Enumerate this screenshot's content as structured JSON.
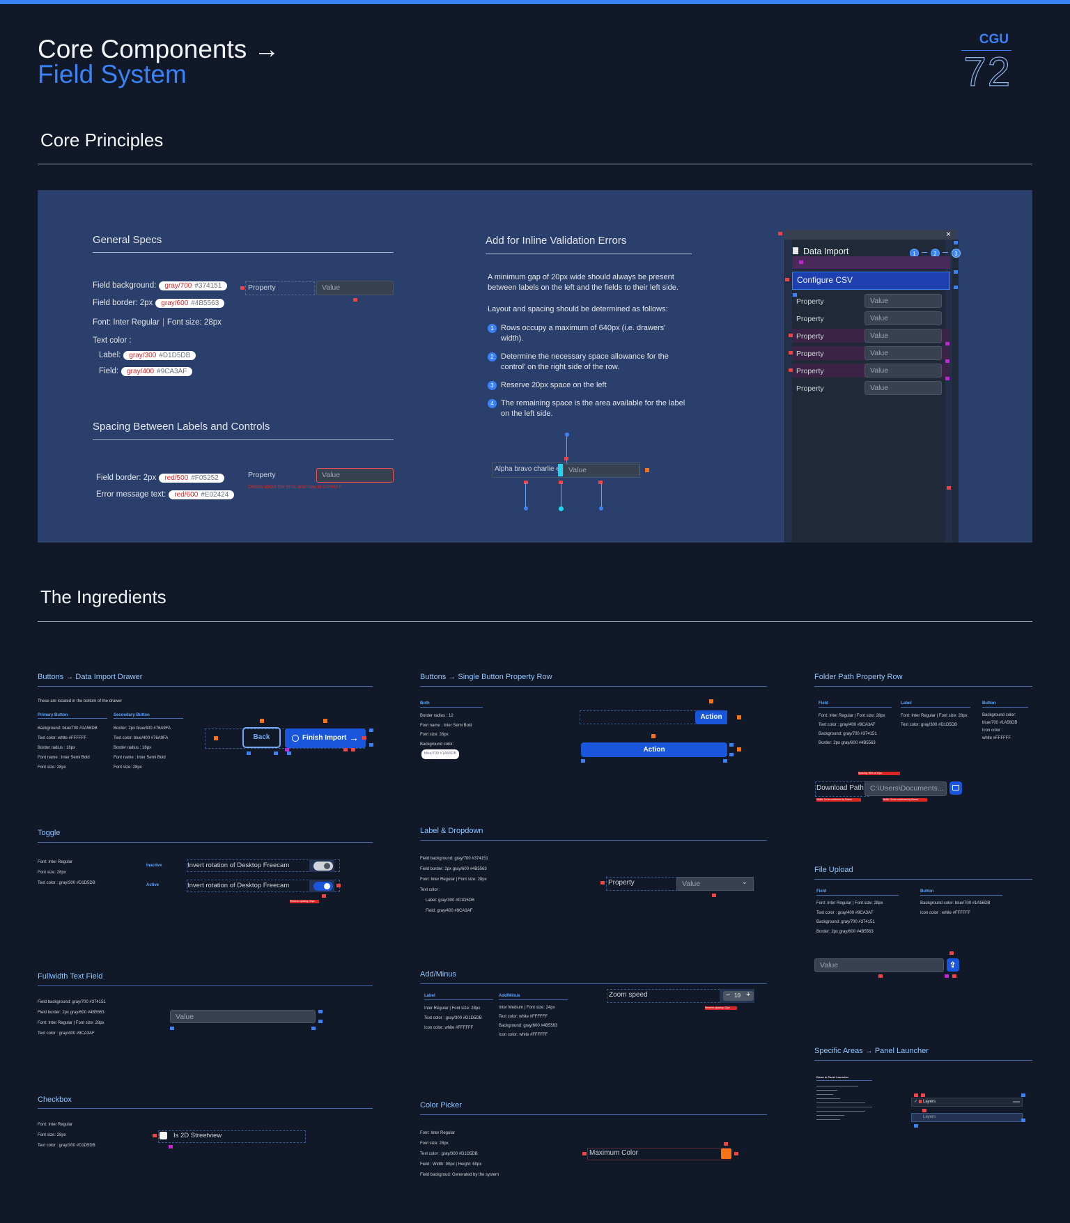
{
  "header": {
    "title_line1": "Core Components →",
    "title_line2": "Field System",
    "brand": "CGU",
    "brand_number": "72"
  },
  "sections": {
    "principles": "Core Principles",
    "ingredients": "The Ingredients"
  },
  "general_specs": {
    "title": "General Specs",
    "field_background": "Field background:",
    "field_background_token": "gray/700",
    "field_background_hex": "#374151",
    "field_border": "Field border: 2px",
    "field_border_token": "gray/600",
    "field_border_hex": "#4B5563",
    "font": "Font: Inter Regular",
    "font_size": "Font size: 28px",
    "text_color": "Text color :",
    "label": "Label:",
    "label_token": "gray/300",
    "label_hex": "#D1D5DB",
    "field": "Field:",
    "field_token": "gray/400",
    "field_hex": "#9CA3AF",
    "demo_label": "Property",
    "demo_value": "Value"
  },
  "spacing": {
    "title": "Spacing Between Labels and Controls",
    "field_border": "Field border: 2px",
    "field_border_token": "red/500",
    "field_border_hex": "#F05252",
    "error_text": "Error message text:",
    "error_token": "red/600",
    "error_hex": "#E02424",
    "demo_label": "Property",
    "demo_value": "Value",
    "demo_error": "Details about the error and how to correct it"
  },
  "inline_validation": {
    "title": "Add for Inline Validation Errors",
    "para1": "A minimum gap of 20px wide should always be present between labels on the left and the fields to their left side.",
    "para2": "Layout and spacing should be determined as follows:",
    "steps": [
      {
        "n": "1",
        "text": "Rows occupy a maximum of 640px (i.e. drawers' width)."
      },
      {
        "n": "2",
        "text": "Determine the necessary space allowance for the control' on the right side of the row."
      },
      {
        "n": "3",
        "text": "Reserve 20px space on the left"
      },
      {
        "n": "4",
        "text": "The remaining space is the area available for the label on the left side."
      }
    ],
    "demo_label": "Alpha bravo charlie e",
    "demo_value": "Value"
  },
  "drawer": {
    "title": "Data Import",
    "close": "×",
    "steps": [
      "1",
      "2",
      "3"
    ],
    "section": "Configure CSV",
    "rows": [
      {
        "label": "Property",
        "value": "Value"
      },
      {
        "label": "Property",
        "value": "Value"
      },
      {
        "label": "Property",
        "value": "Value"
      },
      {
        "label": "Property",
        "value": "Value"
      },
      {
        "label": "Property",
        "value": "Value"
      },
      {
        "label": "Property",
        "value": "Value"
      }
    ]
  },
  "buttons_drawer": {
    "title": "Buttons → Data Import Drawer",
    "note": "These are located in the bottom of the drawer",
    "primary_title": "Primary Button",
    "primary_lines": [
      "Background: blue/700 #1A56DB",
      "Text color: white #FFFFFF",
      "Border radius : 16px",
      "Font name : Inter Semi Bold",
      "Font size: 28px"
    ],
    "secondary_title": "Secondary Button",
    "secondary_lines": [
      "Border: 2px blue/400 #76A9FA",
      "Text color: blue/400 #76A9FA",
      "Border radius : 16px",
      "Font name : Inter Semi Bold",
      "Font size: 28px"
    ],
    "back": "Back",
    "finish": "Finish Import"
  },
  "single_button": {
    "title": "Buttons → Single Button Property Row",
    "both": "Both",
    "lines": [
      "Border radius : 12",
      "Font name : Inter Semi Bold",
      "Font size: 28px",
      "Background color:",
      "blue/700 #1A56DB"
    ],
    "action": "Action"
  },
  "folder_path": {
    "title": "Folder Path Property Row",
    "field_title": "Field",
    "field_lines": [
      "Font: Inter Regular | Font size: 28px",
      "Text color : gray/400 #9CA3AF",
      "Background: gray/700 #374151",
      "Border: 2px gray/600 #4B5563"
    ],
    "label_title": "Label",
    "label_lines": [
      "Font: Inter Regular | Font size: 28px",
      "Text color: gray/300 #D1D5DB"
    ],
    "button_title": "Button",
    "button_lines": [
      "Background color:",
      "blue/700 #1A56DB",
      "Icon color :",
      "white #FFFFFF"
    ],
    "spacing_note": "Spacing: 96% of 10px",
    "label": "Download Path",
    "value": "C:\\Users\\Documents...",
    "width_note_a": "Width: To be confirmed by Brand",
    "width_note_b": "Width: To be confirmed by Brand"
  },
  "toggle": {
    "title": "Toggle",
    "lines": [
      "Font: Inter Regular",
      "Font size: 28px",
      "Text color : gray/300 #D1D5DB"
    ],
    "inactive": "Inactive",
    "active": "Active",
    "row_label": "Invert rotation of Desktop Freecam",
    "reserve_note": "Reserve spacing: 20px"
  },
  "label_dropdown": {
    "title": "Label & Dropdown",
    "lines": [
      "Field background: gray/700 #374151",
      "Field border: 2px gray/600 #4B5563",
      "Font: Inter Regular | Font size: 28px",
      "Text color :",
      "Label: gray/300 #D1D5DB",
      "Field: gray/400 #9CA3AF"
    ],
    "label": "Property",
    "value": "Value"
  },
  "file_upload": {
    "title": "File Upload",
    "field_title": "Field",
    "field_lines": [
      "Font: Inter Regular | Font size: 28px",
      "Text color : gray/400 #9CA3AF",
      "Background: gray/700 #374151",
      "Border: 2px gray/600 #4B5563"
    ],
    "button_title": "Button",
    "button_lines": [
      "Background color: blue/700 #1A56DB",
      "Icon color : white #FFFFFF"
    ],
    "value": "Value"
  },
  "fullwidth": {
    "title": "Fullwidth Text Field",
    "lines": [
      "Field background: gray/700 #374151",
      "Field border: 2px gray/600 #4B5563",
      "Font: Inter Regular | Font size: 28px",
      "Text color : gray/400 #9CA3AF"
    ],
    "value": "Value"
  },
  "add_minus": {
    "title": "Add/Minus",
    "label_title": "Label",
    "label_lines": [
      "Inter Regular | Font size: 28px",
      "Text color : gray/300 #D1D5DB",
      "Icon color: white #FFFFFF"
    ],
    "addminus_title": "Add/Minus",
    "addminus_lines": [
      "Inter Medium | Font size: 24px",
      "Text color: white #FFFFFF",
      "Background: gray/600 #4B5563",
      "Icon color: white #FFFFFF"
    ],
    "label": "Zoom speed",
    "value": "10",
    "reserve_note": "Reserve spacing: 20px"
  },
  "panel_launcher": {
    "title": "Specific Areas → Panel Launcher",
    "mini_title": "Rows in Panel Launcher",
    "item": "Layers"
  },
  "checkbox": {
    "title": "Checkbox",
    "lines": [
      "Font: Inter Regular",
      "Font size: 28px",
      "Text color : gray/300 #D1D5DB"
    ],
    "label": "Is 2D Streetview"
  },
  "color_picker": {
    "title": "Color Picker",
    "lines": [
      "Font: Inter Regular",
      "Font size: 28px",
      "Text color : gray/300 #D1D5DB",
      "Field : Width: 90px | Height: 60px",
      "Field backgroud: Generated by the system"
    ],
    "label": "Maximum Color",
    "swatch": "#F97316"
  }
}
